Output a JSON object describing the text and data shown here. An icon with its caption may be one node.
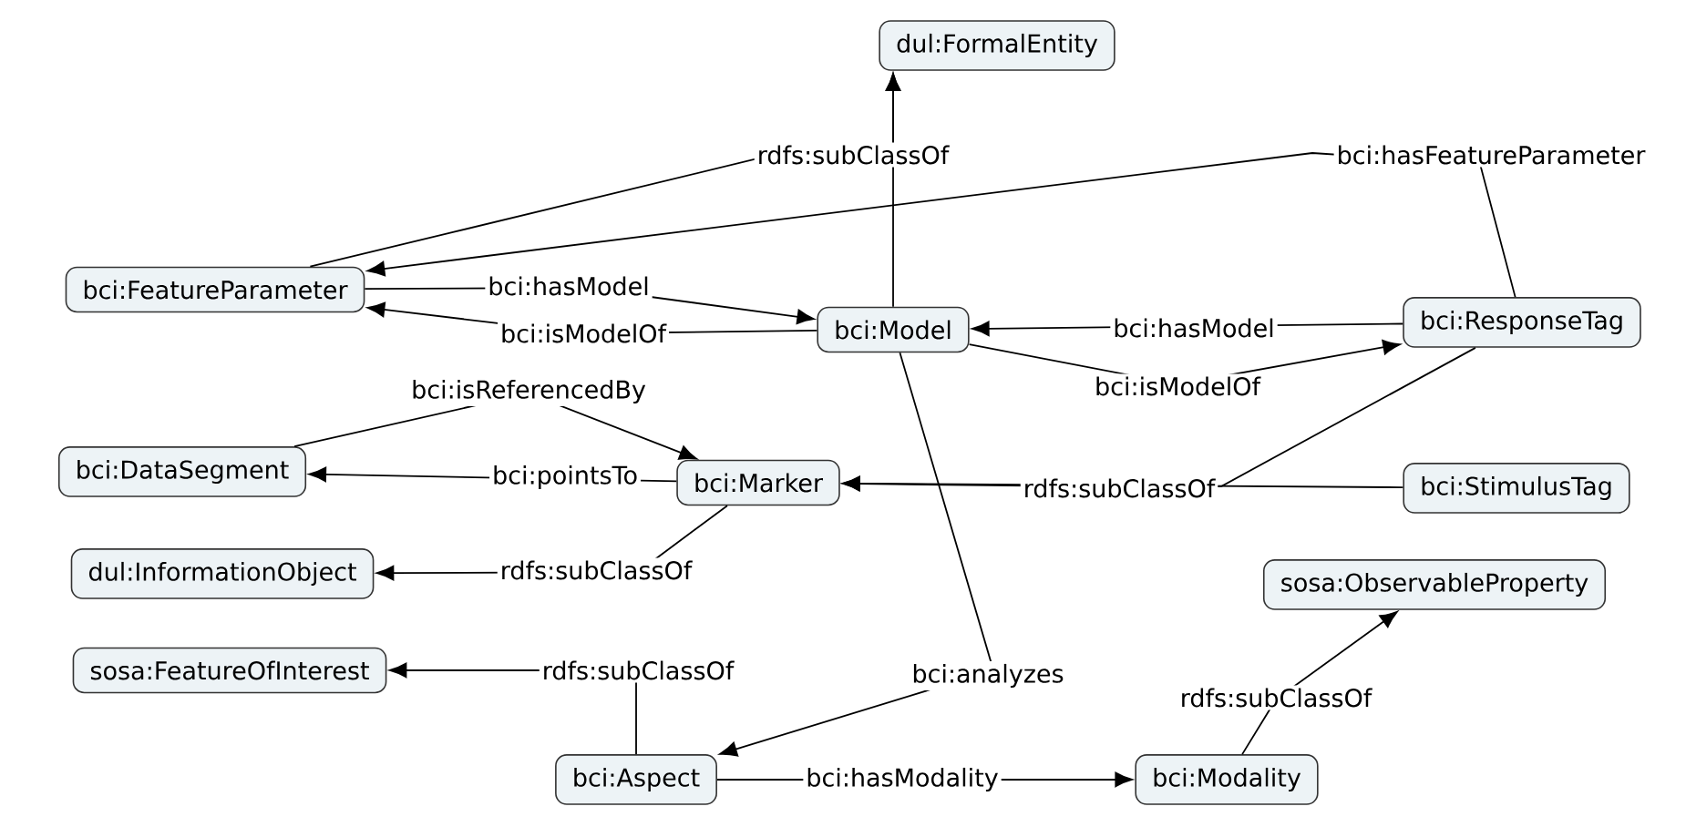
{
  "diagram": {
    "nodes": [
      {
        "text": [
          "dul:FormalEntity"
        ]
      },
      {
        "text": [
          "bci:FeatureParameter"
        ]
      },
      {
        "text": [
          "bci:Model"
        ]
      },
      {
        "text": [
          "bci:ResponseTag"
        ]
      },
      {
        "text": [
          "bci:DataSegment"
        ]
      },
      {
        "text": [
          "bci:Marker"
        ]
      },
      {
        "text": [
          "bci:StimulusTag"
        ]
      },
      {
        "text": [
          "dul:InformationObject"
        ]
      },
      {
        "text": [
          "sosa:ObservableProperty"
        ]
      },
      {
        "text": [
          "sosa:FeatureOfInterest"
        ]
      },
      {
        "text": [
          "bci:Aspect"
        ]
      },
      {
        "text": [
          "bci:Modality"
        ]
      }
    ],
    "edges": [
      {
        "from": 2,
        "to": 0,
        "arrow": "to",
        "label": "rdfs:subClassOf"
      },
      {
        "from": 1,
        "to": 0,
        "arrow": "to"
      },
      {
        "from": 3,
        "to": 1,
        "arrow": "to",
        "label": "bci:hasFeatureParameter"
      },
      {
        "from": 1,
        "to": 2,
        "arrow": "to",
        "label": "bci:hasModel"
      },
      {
        "from": 2,
        "to": 1,
        "arrow": "to",
        "label": "bci:isModelOf"
      },
      {
        "from": 3,
        "to": 2,
        "arrow": "to",
        "label": "bci:hasModel"
      },
      {
        "from": 2,
        "to": 3,
        "arrow": "to",
        "label": "bci:isModelOf"
      },
      {
        "from": 4,
        "to": 5,
        "arrow": "to",
        "label": "bci:isReferencedBy"
      },
      {
        "from": 5,
        "to": 4,
        "arrow": "to",
        "label": "bci:pointsTo"
      },
      {
        "from": 3,
        "to": 5,
        "arrow": "to"
      },
      {
        "from": 6,
        "to": 5,
        "arrow": "to",
        "label": "rdfs:subClassOf"
      },
      {
        "from": 5,
        "to": 7,
        "arrow": "to",
        "label": "rdfs:subClassOf"
      },
      {
        "from": 2,
        "to": 10,
        "arrow": "to",
        "label": "bci:analyzes"
      },
      {
        "from": 10,
        "to": 9,
        "arrow": "to",
        "label": "rdfs:subClassOf"
      },
      {
        "from": 10,
        "to": 11,
        "arrow": "to",
        "label": "bci:hasModality"
      },
      {
        "from": 11,
        "to": 8,
        "arrow": "to",
        "label": "rdfs:subClassOf"
      }
    ]
  }
}
